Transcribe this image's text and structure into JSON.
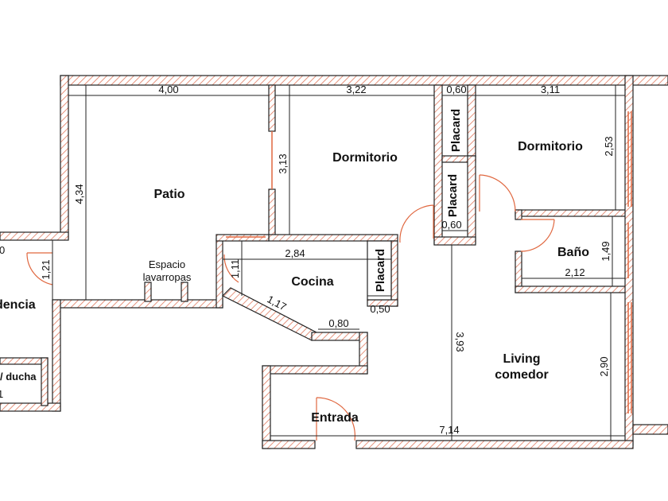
{
  "rooms": {
    "patio": "Patio",
    "dormitorio_1": "Dormitorio",
    "dormitorio_2": "Dormitorio",
    "espacio_line1": "Espacio",
    "espacio_line2": "lavarropas",
    "cocina": "Cocina",
    "bano": "Baño",
    "living_line1": "Living",
    "living_line2": "comedor",
    "entrada": "Entrada",
    "dependencia": "dencia",
    "ducha": "/ ducha"
  },
  "placards": {
    "top": "Placard",
    "middle": "Placard",
    "cocina": "Placard"
  },
  "dimensions": {
    "patio_width": "4,00",
    "dorm1_width": "3,22",
    "placard_top_width": "0,60",
    "dorm2_width": "3,11",
    "patio_height": "4,34",
    "dorm1_height": "3,13",
    "dorm2_height": "2,53",
    "placard_mid_width": "0,60",
    "cocina_width": "2,84",
    "cocina_height": "1,11",
    "placard_cocina_width": "0,50",
    "bano_height": "1,49",
    "bano_width": "2,12",
    "diagonal": "1,17",
    "pasillo_width": "0,80",
    "living_height": "3,93",
    "living_side_height": "2,90",
    "living_width": "7,14",
    "dep_height": "1,21",
    "left_edge_top": "0",
    "left_edge_bottom": "1"
  },
  "colors": {
    "wall_stroke": "#222222",
    "hatch": "#e07a5f",
    "door": "#e0673f",
    "background": "#ffffff"
  }
}
